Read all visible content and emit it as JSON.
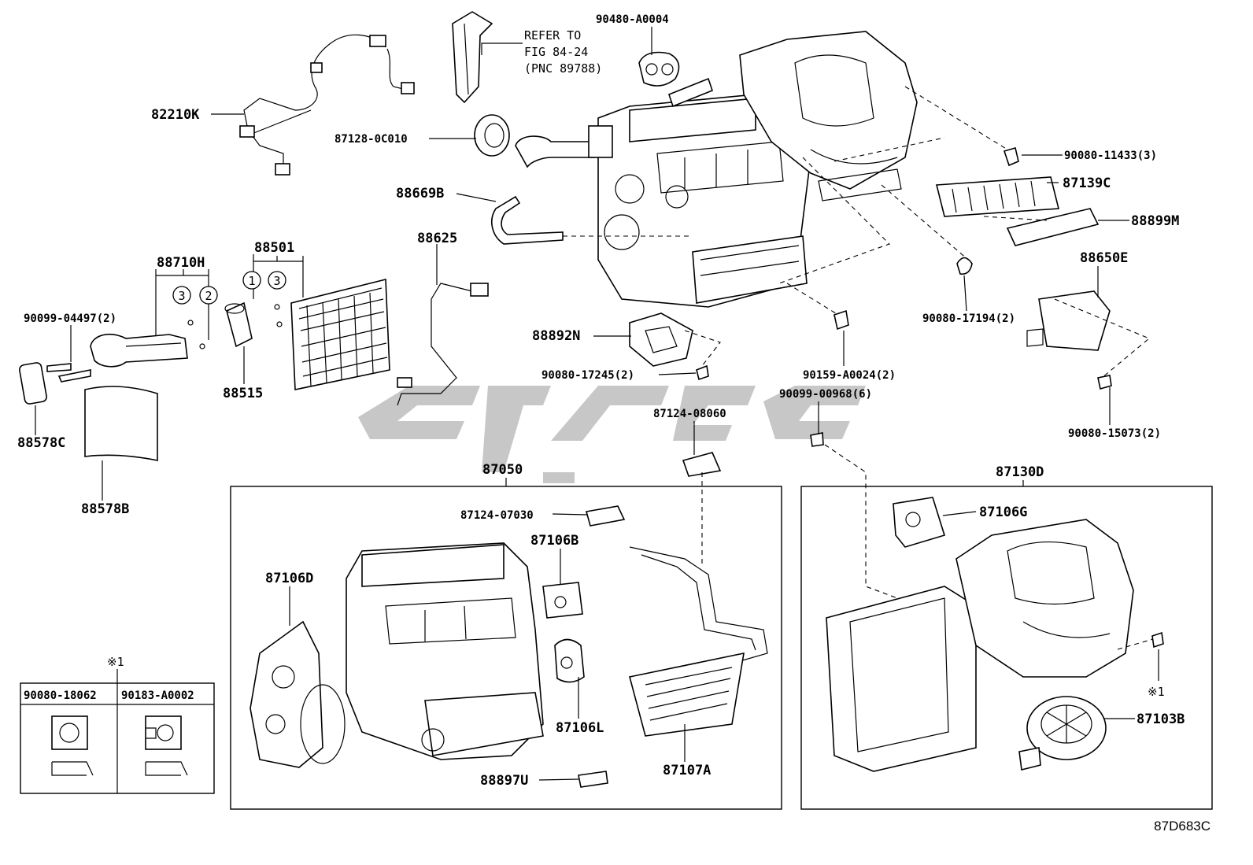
{
  "diagram_code": "87D683C",
  "reference_note": {
    "line1": "REFER TO",
    "line2": "FIG 84-24",
    "line3": "(PNC 89788)"
  },
  "callouts": {
    "c82210K": "82210K",
    "c90480": "90480-A0004",
    "c87128": "87128-0C010",
    "c90080_11433": "90080-11433(3)",
    "c87139C": "87139C",
    "c88899M": "88899M",
    "c88669B": "88669B",
    "c88625": "88625",
    "c88501": "88501",
    "c88710H": "88710H",
    "c90099_04497": "90099-04497(2)",
    "c88515": "88515",
    "c88578C": "88578C",
    "c88578B": "88578B",
    "c88892N": "88892N",
    "c90080_17245": "90080-17245(2)",
    "c90159": "90159-A0024(2)",
    "c90080_17194": "90080-17194(2)",
    "c88650E": "88650E",
    "c90099_00968": "90099-00968(6)",
    "c90080_15073": "90080-15073(2)",
    "c87124_08060": "87124-08060",
    "c87050": "87050",
    "c87130D": "87130D",
    "c87124_07030": "87124-07030",
    "c87106B": "87106B",
    "c87106D": "87106D",
    "c87106L": "87106L",
    "c87107A": "87107A",
    "c88897U": "88897U",
    "c87106G": "87106G",
    "c87103B": "87103B",
    "note_mark_table": "※1",
    "note_mark_part": "※1"
  },
  "circle_numbers": {
    "n1": "1",
    "n2": "2",
    "n3a": "3",
    "n3b": "3"
  },
  "note_table": {
    "col1": "90080-18062",
    "col2": "90183-A0002"
  }
}
